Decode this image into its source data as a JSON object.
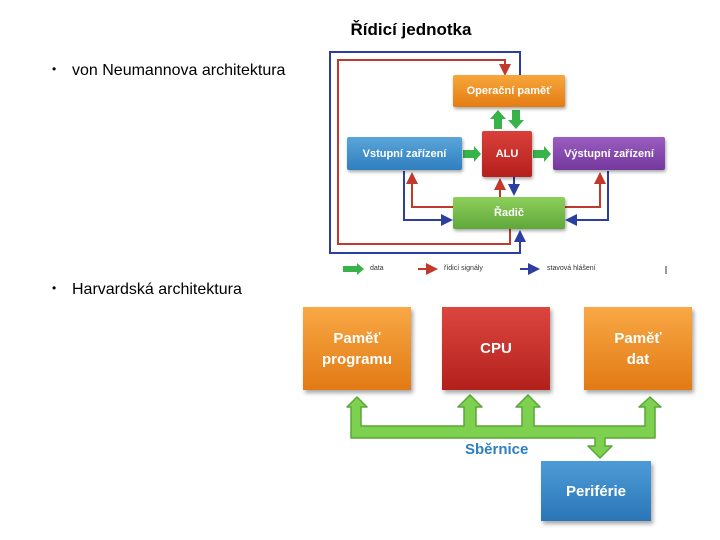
{
  "slide": {
    "title": "Řídicí jednotka",
    "bullets": [
      "von Neumannova architektura",
      "Harvardská architektura"
    ],
    "bullet_marker": "•"
  },
  "von_neumann": {
    "memory": "Operační paměť",
    "alu": "ALU",
    "input": "Vstupní zařízení",
    "output": "Výstupní zařízení",
    "controller": "Řadič",
    "legend": {
      "data": "data",
      "control": "řídicí signály",
      "status": "stavová hlášení"
    },
    "colors": {
      "data_arrow": "#37b34a",
      "control_arrow": "#c0392b",
      "status_arrow": "#2c3e9e"
    }
  },
  "harvard": {
    "program_memory": "Paměť\nprogramu",
    "cpu": "CPU",
    "data_memory": "Paměť\ndat",
    "bus": "Sběrnice",
    "peripherals": "Periférie",
    "colors": {
      "memory": "#ee8d25",
      "cpu": "#c8302b",
      "peripherals": "#3a88c8",
      "bus": "#7ed04f",
      "bus_label": "#2e7ec2"
    }
  }
}
